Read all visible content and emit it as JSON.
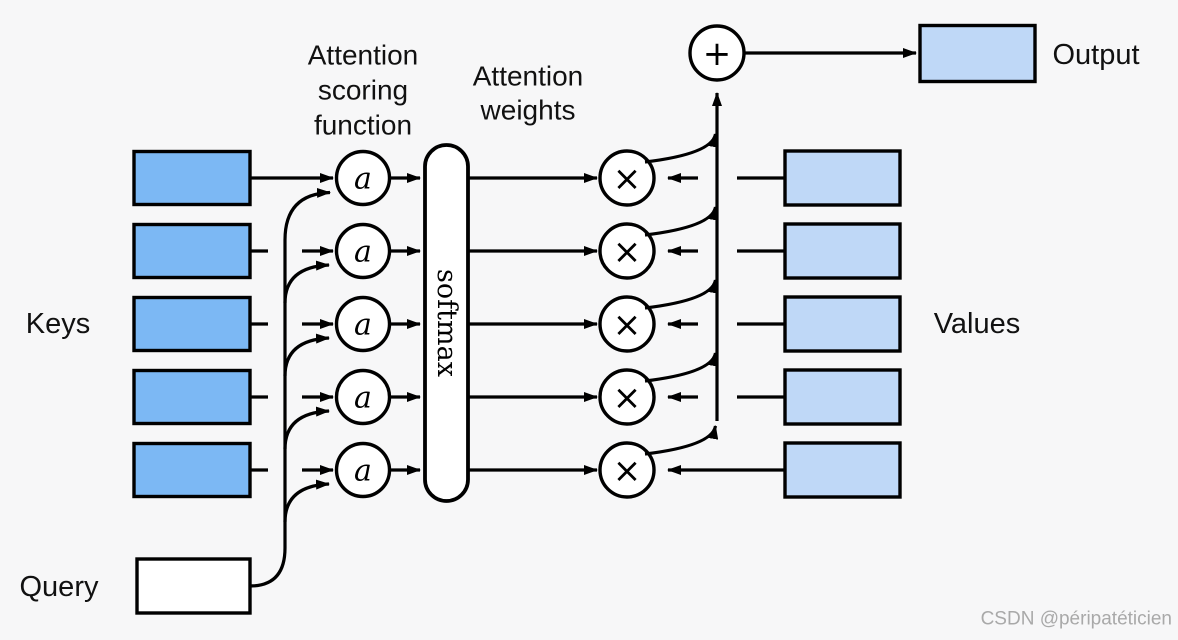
{
  "diagram": {
    "title_scoring": {
      "lines": [
        "Attention",
        "scoring",
        "function"
      ]
    },
    "title_weights": {
      "lines": [
        "Attention",
        "weights"
      ]
    },
    "labels": {
      "keys": "Keys",
      "query": "Query",
      "values": "Values",
      "output": "Output"
    },
    "nodes": {
      "scoring": "a",
      "softmax": "softmax",
      "multiply": "×",
      "sum": "+"
    },
    "counts": {
      "keys": 5,
      "values": 5,
      "scoring_nodes": 5,
      "multiply_nodes": 5
    }
  },
  "watermark": {
    "text": "CSDN @péripatéticien"
  },
  "colors": {
    "background": "#f7f7f8",
    "key_fill": "#7cb8f4",
    "value_fill": "#bfd8f7",
    "query_fill": "#ffffff",
    "line": "#000000",
    "watermark": "#a9a9a9"
  }
}
